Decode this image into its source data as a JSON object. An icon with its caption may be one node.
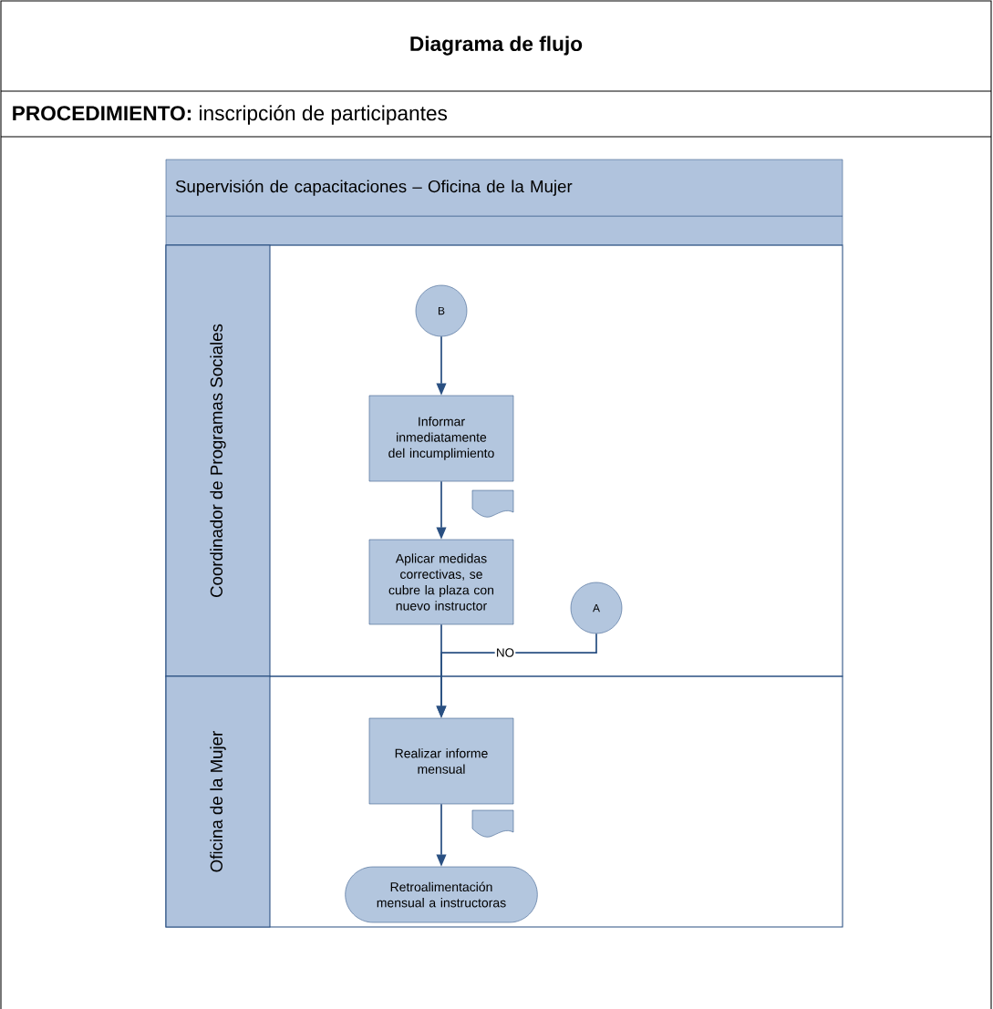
{
  "diagram": {
    "title": "Diagrama de flujo",
    "nodes": [
      {
        "text": [
          "Supervisión de capacitaciones – Oficina de la Mujer"
        ]
      },
      {
        "text": [
          "Coordinador de Programas Sociales"
        ]
      },
      {
        "text": [
          "B"
        ],
        "in": 1
      },
      {
        "text": [
          "Informar inmediatamente del incumplimiento"
        ],
        "in": 1
      },
      {
        "text": [],
        "shape": "document",
        "in": 1
      },
      {
        "text": [
          "Aplicar medidas correctivas, se cubre la plaza con nuevo instructor"
        ],
        "in": 1
      },
      {
        "text": [
          "A"
        ],
        "in": 1
      },
      {
        "text": [
          "Oficina de la Mujer"
        ]
      },
      {
        "text": [
          "Realizar informe mensual"
        ],
        "in": 7
      },
      {
        "text": [],
        "shape": "document",
        "in": 7
      },
      {
        "text": [
          "Retroalimentación mensual a instructoras"
        ],
        "in": 7
      }
    ],
    "edges": [
      {
        "from": 2,
        "to": 3,
        "arrow": "to"
      },
      {
        "from": 3,
        "to": 5,
        "arrow": "to"
      },
      {
        "from": 5,
        "to": 8,
        "arrow": "to"
      },
      {
        "from": 6,
        "to": 8,
        "arrow": "to",
        "label": "NO"
      },
      {
        "from": 8,
        "to": 10,
        "arrow": "to"
      }
    ],
    "labels": [
      "**PROCEDIMIENTO:** inscripción de participantes"
    ]
  }
}
